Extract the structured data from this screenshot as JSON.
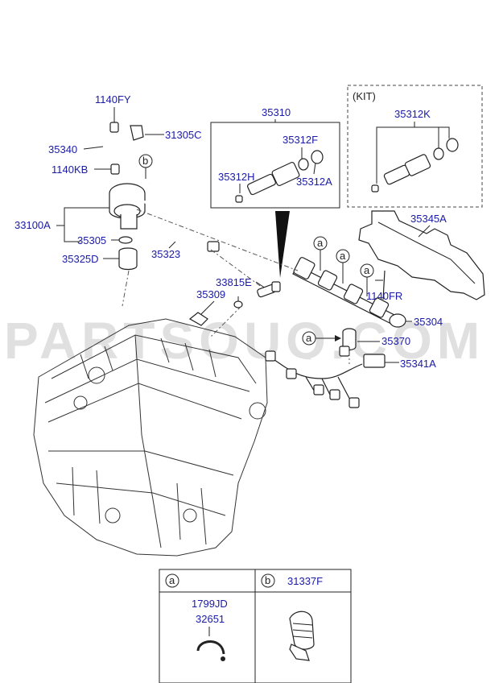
{
  "watermark": "PARTSOUQ.COM",
  "kit_label": "(KIT)",
  "part_numbers": {
    "p1140FY": "1140FY",
    "p31305C": "31305C",
    "p35340": "35340",
    "p1140KB": "1140KB",
    "p33100A": "33100A",
    "p35305": "35305",
    "p35325D": "35325D",
    "p35323": "35323",
    "p35310": "35310",
    "p35312F": "35312F",
    "p35312H": "35312H",
    "p35312A": "35312A",
    "p35312K": "35312K",
    "p35345A": "35345A",
    "p33815E": "33815E",
    "p35309": "35309",
    "p1140FR": "1140FR",
    "p35304": "35304",
    "p35370": "35370",
    "p35341A": "35341A"
  },
  "callouts": {
    "a": "a",
    "b": "b"
  },
  "legend": {
    "col_a_letter": "a",
    "col_b_letter": "b",
    "col_b_part": "31337F",
    "col_a_part1": "1799JD",
    "col_a_part2": "32651"
  },
  "colors": {
    "label": "#1a1aa6",
    "line": "#222222",
    "watermark": "#c8c8c8"
  }
}
